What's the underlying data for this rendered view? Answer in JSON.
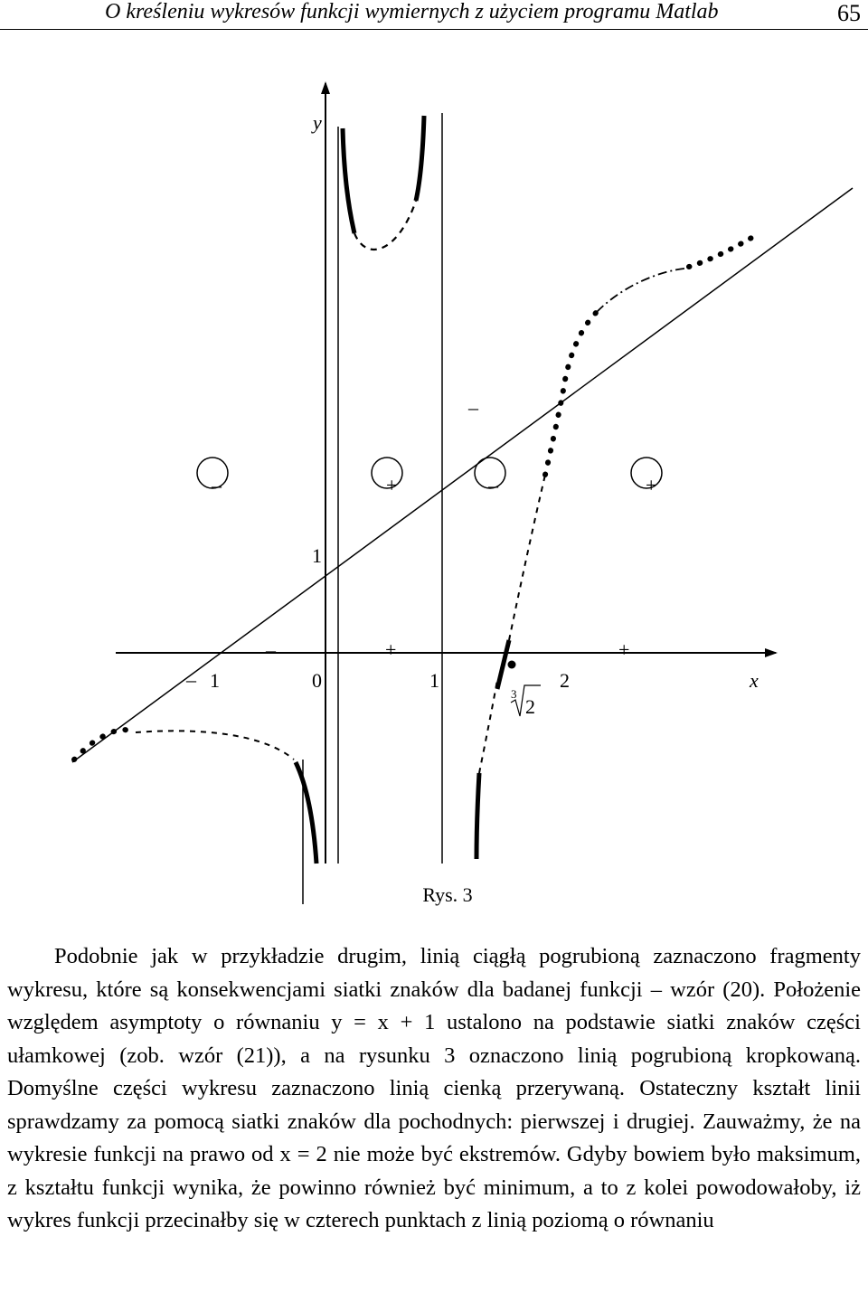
{
  "header": {
    "title": "O kreśleniu wykresów funkcji wymiernych z użyciem programu Matlab",
    "page_number": "65"
  },
  "figure": {
    "axis_x": "x",
    "axis_y": "y",
    "tick_minus1": "1",
    "tick_minus1_sign": "–",
    "tick_0": "0",
    "tick_1": "1",
    "tick_2": "2",
    "tick_y1": "1",
    "cuberoot_index": "3",
    "cuberoot_value": "2",
    "signs_top": "–",
    "signs_row1": [
      "–",
      "+",
      "–",
      "+"
    ],
    "signs_row2": [
      "–",
      "+",
      "+"
    ],
    "caption": "Rys. 3"
  },
  "text": {
    "paragraph": "Podobnie jak w przykładzie drugim, linią ciągłą pogrubioną zaznaczono fragmenty wykresu, które są konsekwencjami siatki znaków dla badanej funkcji – wzór (20). Położenie względem asymptoty o równaniu y = x + 1 ustalono na podstawie siatki znaków części ułamkowej (zob. wzór (21)), a na rysunku 3 oznaczono linią pogrubioną kropkowaną. Domyślne części wykresu zaznaczono linią cienką przerywaną. Ostateczny kształt linii sprawdzamy za pomocą siatki znaków dla pochodnych: pierwszej i drugiej. Zauważmy, że na wykresie funkcji na prawo od x = 2 nie może być ekstremów. Gdyby bowiem było maksimum, z kształtu funkcji wynika, że powinno również być minimum, a to z kolei powodowałoby, iż wykres funkcji przecinałby się w czterech punktach z linią poziomą o równaniu"
  }
}
